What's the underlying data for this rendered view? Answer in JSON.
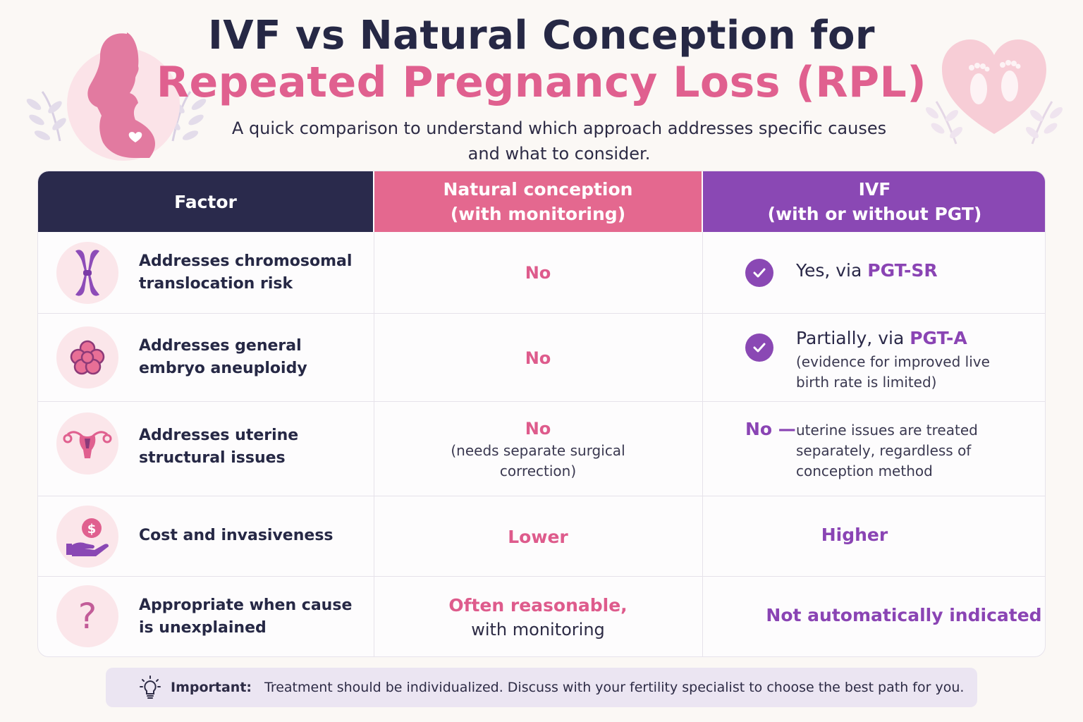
{
  "header": {
    "title_line1": "IVF vs Natural Conception for",
    "title_line2": "Repeated Pregnancy Loss (RPL)",
    "subtitle": "A quick comparison to understand which approach addresses specific causes and what to consider."
  },
  "table": {
    "columns": [
      "Factor",
      "Natural conception\n(with monitoring)",
      "IVF\n(with or without PGT)"
    ],
    "rows": [
      {
        "icon": "chromosome-icon",
        "factor": "Addresses chromosomal translocation risk",
        "natural": "No",
        "ivf_prefix": "Yes, via ",
        "ivf_highlight": "PGT-SR"
      },
      {
        "icon": "embryo-icon",
        "factor": "Addresses general embryo aneuploidy",
        "natural": "No",
        "ivf_prefix": "Partially, via ",
        "ivf_highlight": "PGT-A",
        "ivf_note": "(evidence for improved live birth rate is limited)"
      },
      {
        "icon": "uterus-icon",
        "factor": "Addresses uterine structural issues",
        "natural": "No",
        "natural_note": "(needs separate surgical correction)",
        "ivf_highlight": "No —",
        "ivf_note": "uterine issues are treated separately, regardless of conception method"
      },
      {
        "icon": "money-hand-icon",
        "factor": "Cost and invasiveness",
        "natural": "Lower",
        "ivf_highlight": "Higher"
      },
      {
        "icon": "question-icon",
        "factor": "Appropriate when cause is unexplained",
        "natural": "Often reasonable,",
        "natural_note": "with monitoring",
        "ivf_highlight": "Not automatically indicated"
      }
    ]
  },
  "note": {
    "label": "Important:",
    "text": "Treatment should be individualized. Discuss with your fertility specialist to choose the best path for you."
  },
  "colors": {
    "navy": "#2a2a4c",
    "pink": "#e4688f",
    "purple": "#8a48b4",
    "background": "#fbf8f5"
  }
}
